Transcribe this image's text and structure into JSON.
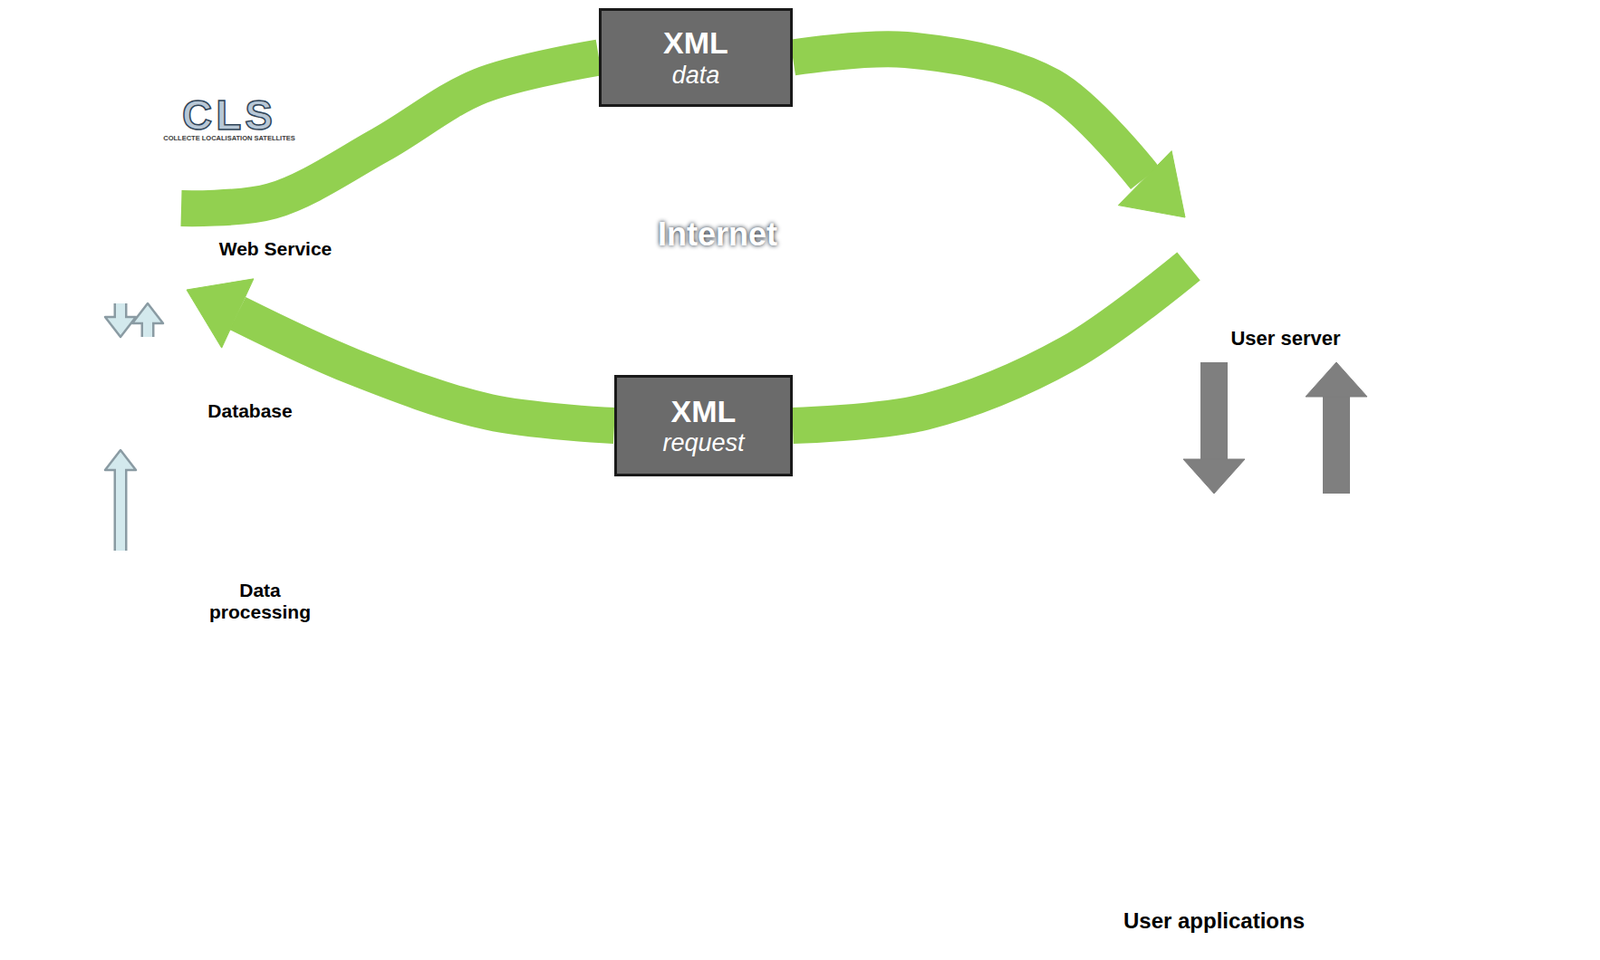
{
  "diagram": {
    "nodes": [
      {
        "text": [
          "CLS",
          "COLLECTE LOCALISATION SATELLITES"
        ]
      },
      {
        "text": [
          "Web Service"
        ],
        "in": 0
      },
      {
        "text": [
          "Database"
        ],
        "in": 0
      },
      {
        "text": [
          "Data processing"
        ],
        "in": 0
      },
      {
        "text": [
          "XML",
          "data"
        ]
      },
      {
        "text": [
          "Internet"
        ]
      },
      {
        "text": [
          "XML",
          "request"
        ]
      },
      {
        "text": [
          "User server"
        ]
      },
      {
        "text": [
          "User applications"
        ]
      }
    ],
    "edges": [
      {
        "from": 1,
        "to": 2,
        "arrow": "to"
      },
      {
        "from": 2,
        "to": 1,
        "arrow": "to"
      },
      {
        "from": 3,
        "to": 2,
        "arrow": "to"
      },
      {
        "from": 1,
        "to": 4,
        "arrow": "none"
      },
      {
        "from": 4,
        "to": 7,
        "arrow": "to"
      },
      {
        "from": 7,
        "to": 6,
        "arrow": "none"
      },
      {
        "from": 6,
        "to": 1,
        "arrow": "to"
      },
      {
        "from": 7,
        "to": 8,
        "arrow": "to"
      },
      {
        "from": 8,
        "to": 7,
        "arrow": "to"
      }
    ]
  }
}
